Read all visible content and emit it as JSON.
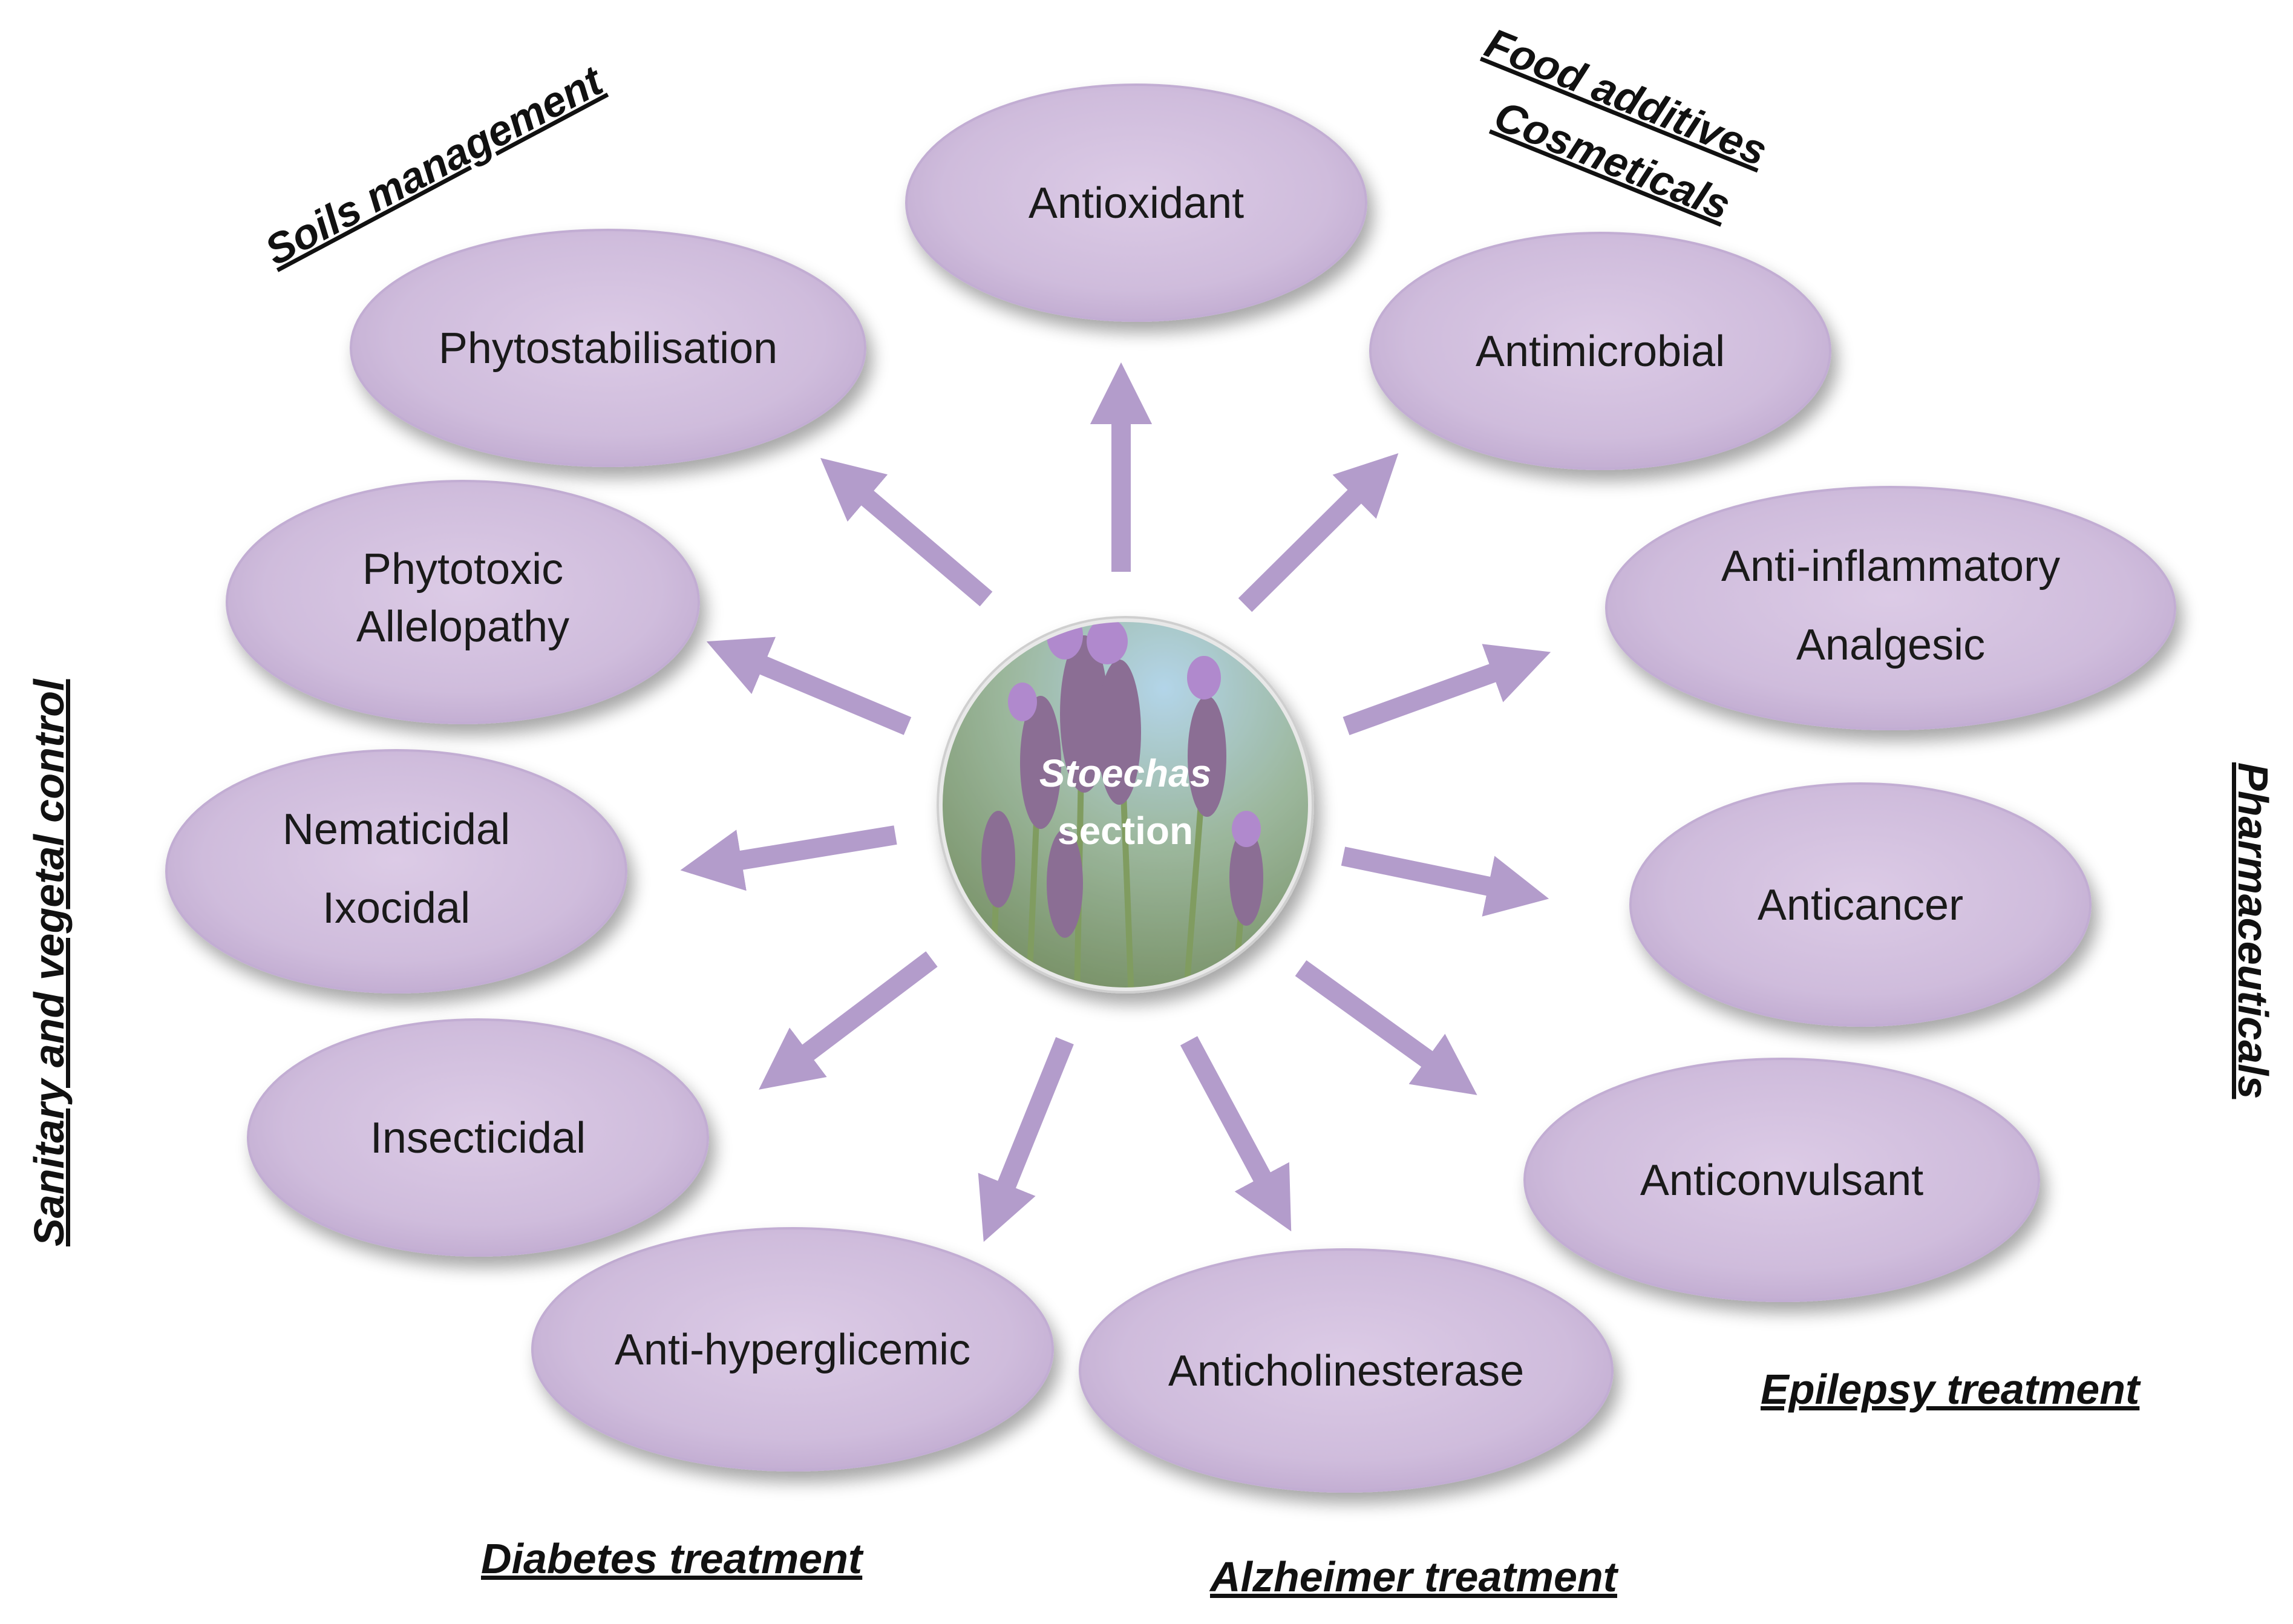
{
  "center": {
    "line1": "Stoechas",
    "line2": "section",
    "style": "lavender-flower-photo"
  },
  "activities": [
    {
      "lines": [
        "Antioxidant"
      ]
    },
    {
      "lines": [
        "Antimicrobial"
      ]
    },
    {
      "lines": [
        "Anti-inflammatory",
        "Analgesic"
      ]
    },
    {
      "lines": [
        "Anticancer"
      ]
    },
    {
      "lines": [
        "Anticonvulsant"
      ]
    },
    {
      "lines": [
        "Anticholinesterase"
      ]
    },
    {
      "lines": [
        "Anti-hyperglicemic"
      ]
    },
    {
      "lines": [
        "Insecticidal"
      ]
    },
    {
      "lines": [
        "Nematicidal",
        "Ixocidal"
      ]
    },
    {
      "lines": [
        "Phytotoxic",
        "Allelopathy"
      ]
    },
    {
      "lines": [
        "Phytostabilisation"
      ]
    }
  ],
  "categories": {
    "soils": "Soils management",
    "food": "Food additives",
    "cosmetics": "Cosmeticals",
    "pharma": "Pharmaceuticals",
    "sanitary": "Sanitary and vegetal control",
    "epilepsy": "Epilepsy treatment",
    "alzheimer": "Alzheimer treatment",
    "diabetes": "Diabetes treatment"
  },
  "colors": {
    "ellipse_fill": "#d1bfdd",
    "ellipse_stroke": "#c8b6d6",
    "arrow": "#b39ccb"
  }
}
